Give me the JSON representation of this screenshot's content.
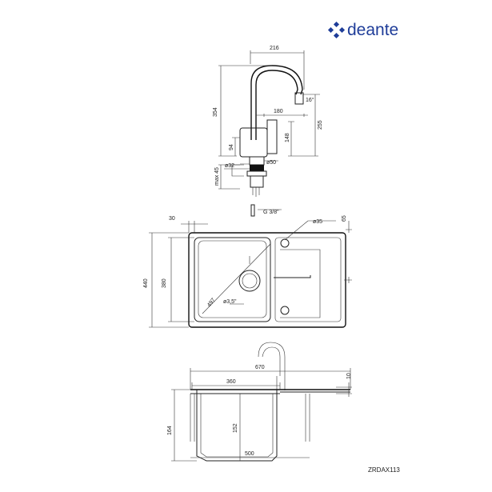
{
  "brand": {
    "name": "deante",
    "color": "#1f3d99",
    "icon": "deante-logo-icon"
  },
  "product_code": "ZRDAX113",
  "faucet": {
    "width": "216",
    "height": "354",
    "spout_reach": "180",
    "spout_height": "255",
    "angle": "16°",
    "body_height": "148",
    "lever_height": "94",
    "hole_diameter": "ø32",
    "base_diameter": "ø50",
    "max_thickness": "max 45",
    "connection": "G 3/8\""
  },
  "top_view": {
    "bowl_offset": "30",
    "tap_hole": "ø35",
    "edge_right": "65",
    "depth": "440",
    "bowl_depth": "380",
    "diagonal": "497",
    "drain": "ø3,5\""
  },
  "side_view": {
    "length": "670",
    "bowl_width": "360",
    "rim": "10",
    "height": "164",
    "bowl_depth": "152",
    "cabinet": "500"
  }
}
